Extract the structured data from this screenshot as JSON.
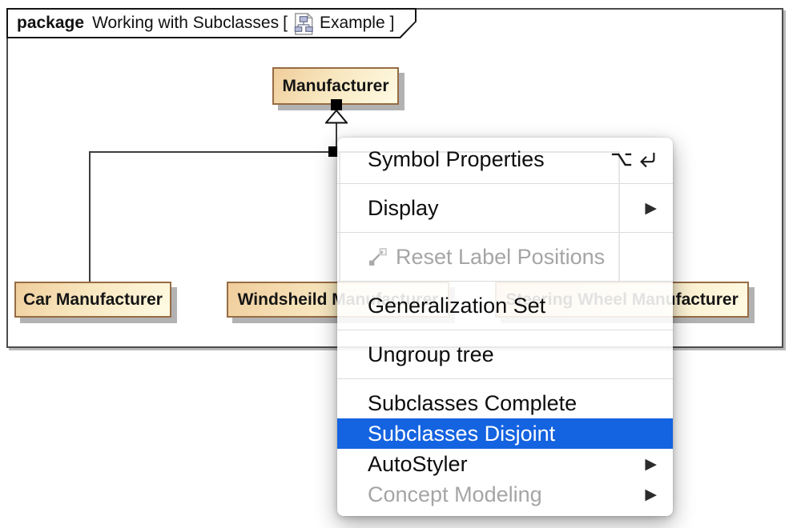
{
  "frame_tab": {
    "keyword": "package",
    "title": "Working with Subclasses",
    "bracket_open": "[",
    "diagram_name": "Example",
    "bracket_close": "]"
  },
  "diagram": {
    "classes": [
      {
        "name": "Manufacturer"
      },
      {
        "name": "Car Manufacturer"
      },
      {
        "name": "Windsheild Manufacturer"
      },
      {
        "name": "Steering Wheel Manufacturer"
      }
    ],
    "colors": {
      "class_fill_dark": "#f0cd9b",
      "class_fill_light": "#fffbe4",
      "class_border": "#966c44",
      "line": "#3d3d3d"
    }
  },
  "context_menu": {
    "items": [
      {
        "label": "Symbol Properties",
        "shortcut": "⌥⏎",
        "shortcut_icons": [
          "option-key-icon",
          "return-key-icon"
        ]
      },
      {
        "type": "separator"
      },
      {
        "label": "Display",
        "submenu": true
      },
      {
        "type": "separator"
      },
      {
        "label": "Reset Label Positions",
        "state": "disabled",
        "icon": "reset-label-positions-icon"
      },
      {
        "type": "separator"
      },
      {
        "label": "Generalization Set"
      },
      {
        "type": "separator"
      },
      {
        "label": "Ungroup tree"
      },
      {
        "type": "separator"
      },
      {
        "label": "Subclasses Complete"
      },
      {
        "label": "Subclasses Disjoint",
        "state": "selected"
      },
      {
        "label": "AutoStyler",
        "submenu": true
      },
      {
        "label": "Concept Modeling",
        "state": "disabled",
        "submenu": true
      }
    ],
    "colors": {
      "highlight": "#1463e0",
      "highlight_text": "#ffffff",
      "text": "#0d0d0d",
      "disabled_text": "#a5a5a5",
      "separator": "#dcdcdc"
    }
  },
  "icons": {
    "submenu_arrow": "▶"
  }
}
